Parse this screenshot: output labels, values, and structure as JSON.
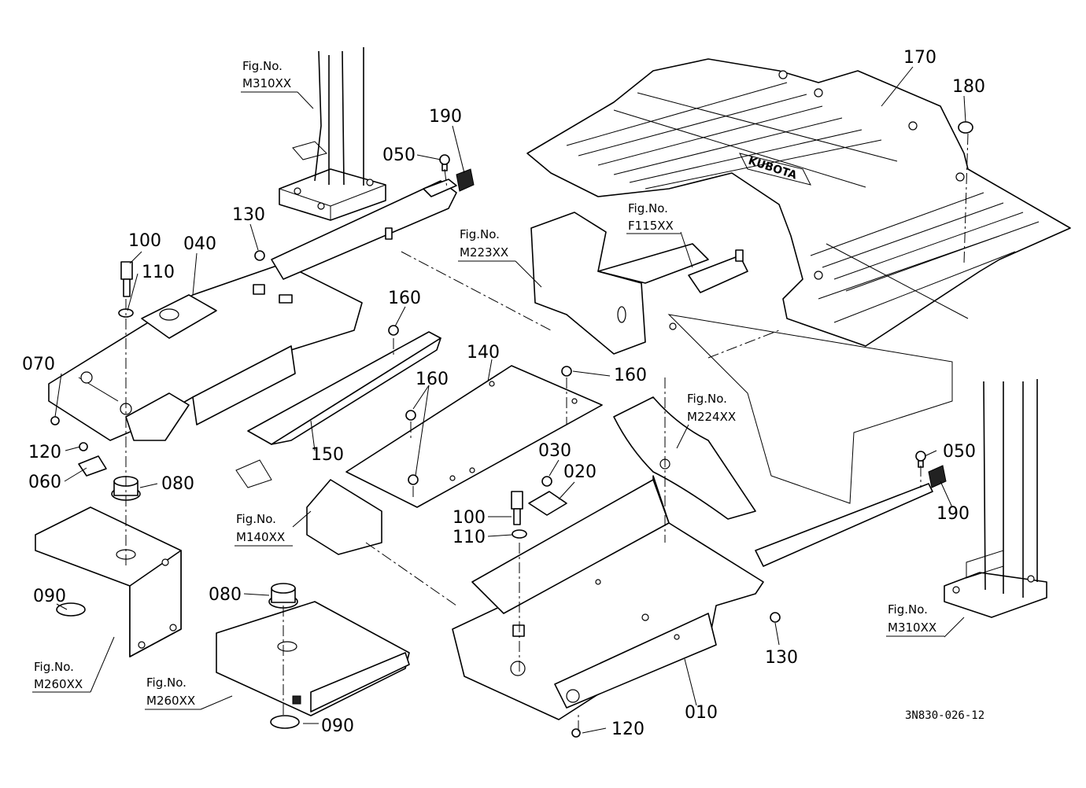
{
  "diagram": {
    "doc_code": "3N830-026-12",
    "part_labels": [
      "170",
      "180",
      "190",
      "050",
      "130",
      "100",
      "040",
      "110",
      "160",
      "140",
      "070",
      "120",
      "060",
      "080",
      "090",
      "150",
      "030",
      "020",
      "100",
      "110",
      "080",
      "090",
      "010",
      "120",
      "130",
      "050",
      "190"
    ],
    "fig_refs": [
      {
        "title": "Fig.No.",
        "code": "M310XX"
      },
      {
        "title": "Fig.No.",
        "code": "M223XX"
      },
      {
        "title": "Fig.No.",
        "code": "F115XX"
      },
      {
        "title": "Fig.No.",
        "code": "M224XX"
      },
      {
        "title": "Fig.No.",
        "code": "M140XX"
      },
      {
        "title": "Fig.No.",
        "code": "M310XX"
      },
      {
        "title": "Fig.No.",
        "code": "M260XX"
      },
      {
        "title": "Fig.No.",
        "code": "M260XX"
      }
    ]
  }
}
